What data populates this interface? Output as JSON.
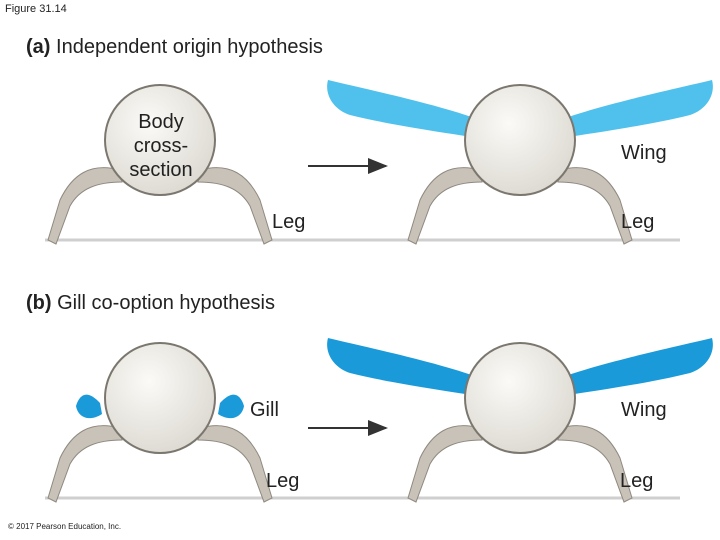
{
  "figure_label": "Figure 31.14",
  "panel_a": {
    "letter": "(a)",
    "title": "Independent origin hypothesis",
    "body_label": [
      "Body",
      "cross-",
      "section"
    ],
    "leg_left": "Leg",
    "wing": "Wing",
    "leg_right": "Leg"
  },
  "panel_b": {
    "letter": "(b)",
    "title": "Gill co-option hypothesis",
    "gill": "Gill",
    "leg_left": "Leg",
    "wing": "Wing",
    "leg_right": "Leg"
  },
  "colors": {
    "wing_a": "#4fc1ec",
    "wing_b": "#1a9ad9",
    "gill": "#1a9ad9",
    "body_fill": "#eeece7",
    "leg_fill": "#c8c2b8",
    "ground": "#cfcfcf"
  },
  "copyright": "© 2017 Pearson Education, Inc."
}
